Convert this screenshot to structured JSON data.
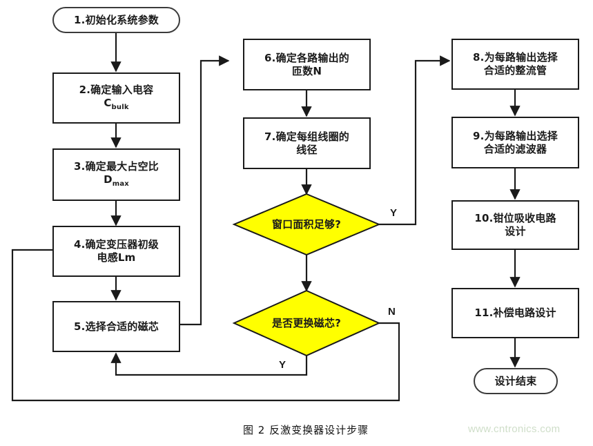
{
  "figure": {
    "caption": "图 2 反激变换器设计步骤",
    "watermark": "www.cntronics.com",
    "colors": {
      "decision_fill": "#ffff00",
      "decision_stroke": "#1a1a1a",
      "line": "#1a1a1a",
      "box_stroke": "#1a1a1a",
      "background": "#ffffff",
      "watermark": "#cfdec9"
    }
  },
  "nodes": {
    "start": {
      "label": "1.初始化系统参数",
      "shape": "terminal"
    },
    "step2": {
      "line1": "2.确定输入电容",
      "line2": "C",
      "sub2": "bulk",
      "shape": "process"
    },
    "step3": {
      "line1": "3.确定最大占空比",
      "line2": "D",
      "sub2": "max",
      "shape": "process"
    },
    "step4": {
      "line1": "4.确定变压器初级",
      "line2": "电感Lm",
      "shape": "process"
    },
    "step5": {
      "label": "5.选择合适的磁芯",
      "shape": "process"
    },
    "step6": {
      "line1": "6.确定各路输出的",
      "line2": "匝数N",
      "shape": "process"
    },
    "step7": {
      "line1": "7.确定每组线圈的",
      "line2": "线径",
      "shape": "process"
    },
    "decision1": {
      "label": "窗口面积足够?",
      "shape": "decision"
    },
    "decision2": {
      "label": "是否更换磁芯?",
      "shape": "decision"
    },
    "step8": {
      "line1": "8.为每路输出选择",
      "line2": "合适的整流管",
      "shape": "process"
    },
    "step9": {
      "line1": "9.为每路输出选择",
      "line2": "合适的滤波器",
      "shape": "process"
    },
    "step10": {
      "line1": "10.钳位吸收电路",
      "line2": "设计",
      "shape": "process"
    },
    "step11": {
      "label": "11.补偿电路设计",
      "shape": "process"
    },
    "end": {
      "label": "设计结束",
      "shape": "terminal"
    }
  },
  "edge_labels": {
    "d1_yes": "Y",
    "d2_no": "N",
    "d2_yes": "Y"
  }
}
